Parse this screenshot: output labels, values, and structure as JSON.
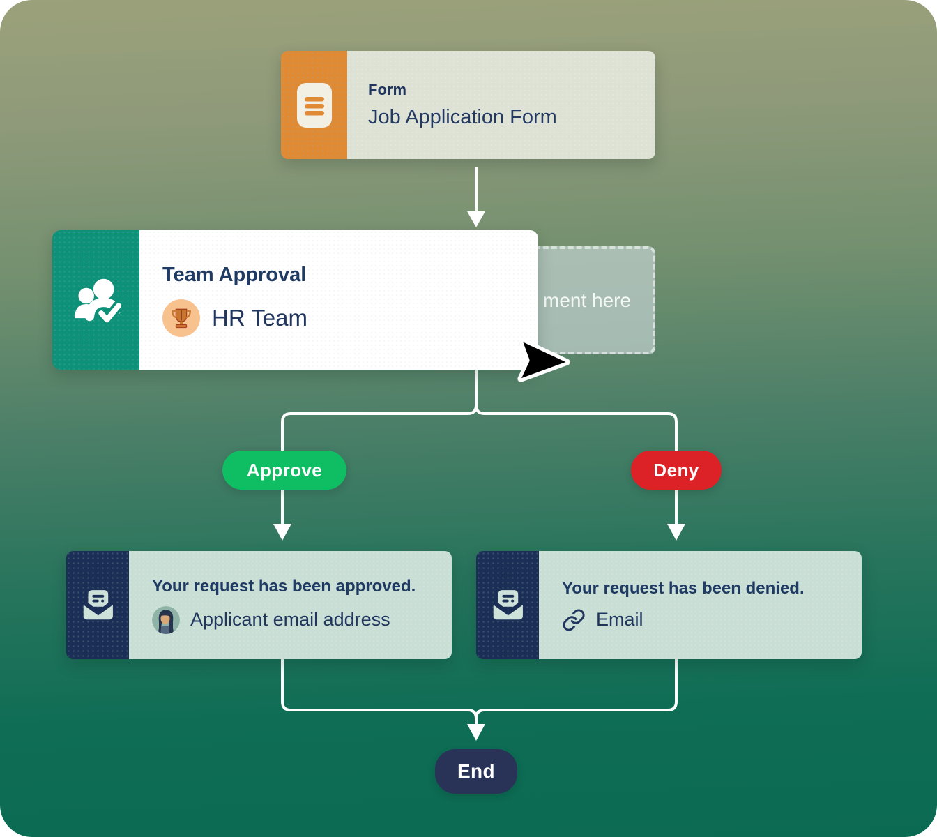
{
  "workflow": {
    "form_node": {
      "badge": "Form",
      "title": "Job Application Form"
    },
    "approval_node": {
      "title": "Team Approval",
      "assignee": "HR Team",
      "avatar": "trophy-emoji"
    },
    "drop_placeholder": {
      "visible_text": "ment here"
    },
    "branches": {
      "approve_label": "Approve",
      "deny_label": "Deny"
    },
    "approved_email_node": {
      "title": "Your request has been approved.",
      "recipient": "Applicant email address",
      "avatar": "applicant-photo"
    },
    "denied_email_node": {
      "title": "Your request has been denied.",
      "recipient": "Email"
    },
    "end_node": {
      "label": "End"
    }
  },
  "icons": {
    "form": "document-lines-icon",
    "approval": "team-check-icon",
    "email": "open-envelope-letter-icon",
    "recipient_link": "link-icon",
    "cursor": "mouse-pointer"
  },
  "colors": {
    "background_top": "#9ba17a",
    "background_bottom": "#0b6b52",
    "form_accent": "#e18a34",
    "form_body": "#dee2d5",
    "approval_accent": "#0d9178",
    "approval_body": "#ffffff",
    "email_accent": "#1b2e55",
    "email_body": "#c9ded5",
    "approve_green": "#0fbe63",
    "deny_red": "#dc2127",
    "end_navy": "#283357",
    "title_navy": "#20365e",
    "connector_white": "#ffffff",
    "trophy_avatar_bg": "#f8c28f",
    "placeholder_fill": "rgba(186,202,199,0.78)"
  }
}
